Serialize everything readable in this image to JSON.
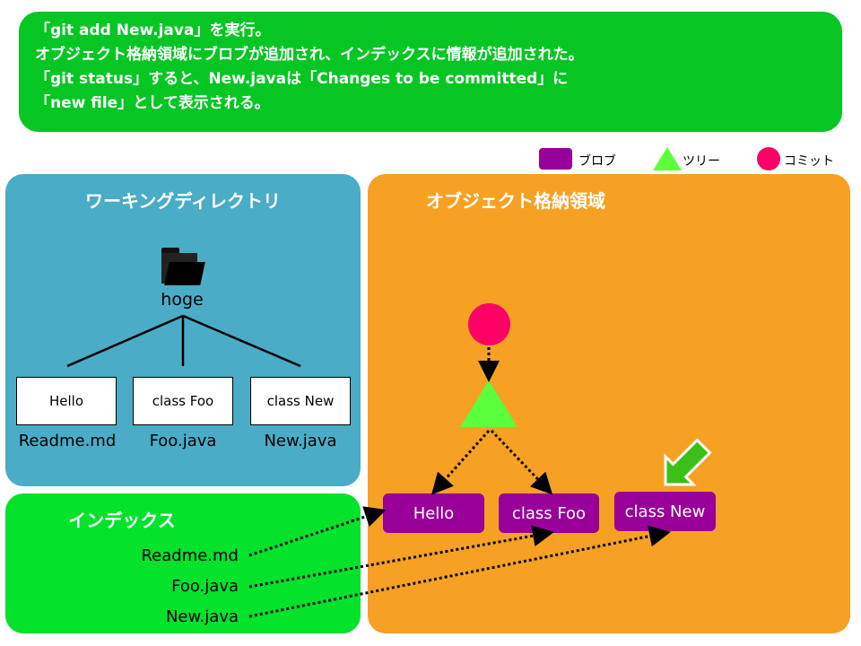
{
  "bubble": {
    "lines": [
      "「git add New.java」を実行。",
      "オブジェクト格納領域にブロブが追加され、インデックスに情報が追加された。",
      "「git status」すると、New.javaは「Changes to be committed」に",
      "「new file」として表示される。"
    ]
  },
  "legend": {
    "blob": "ブロブ",
    "tree": "ツリー",
    "commit": "コミット"
  },
  "working_dir": {
    "title": "ワーキングディレクトリ",
    "folder": "hoge",
    "files": [
      {
        "content": "Hello",
        "name": "Readme.md"
      },
      {
        "content": "class Foo",
        "name": "Foo.java"
      },
      {
        "content": "class New",
        "name": "New.java"
      }
    ]
  },
  "index": {
    "title": "インデックス",
    "entries": [
      "Readme.md",
      "Foo.java",
      "New.java"
    ]
  },
  "object_store": {
    "title": "オブジェクト格納領域",
    "blobs": [
      "Hello",
      "class Foo",
      "class New"
    ]
  },
  "colors": {
    "blob": "#990099",
    "tree": "#5bff3c",
    "commit": "#ff0066",
    "arrow": "#3dbf1a"
  }
}
